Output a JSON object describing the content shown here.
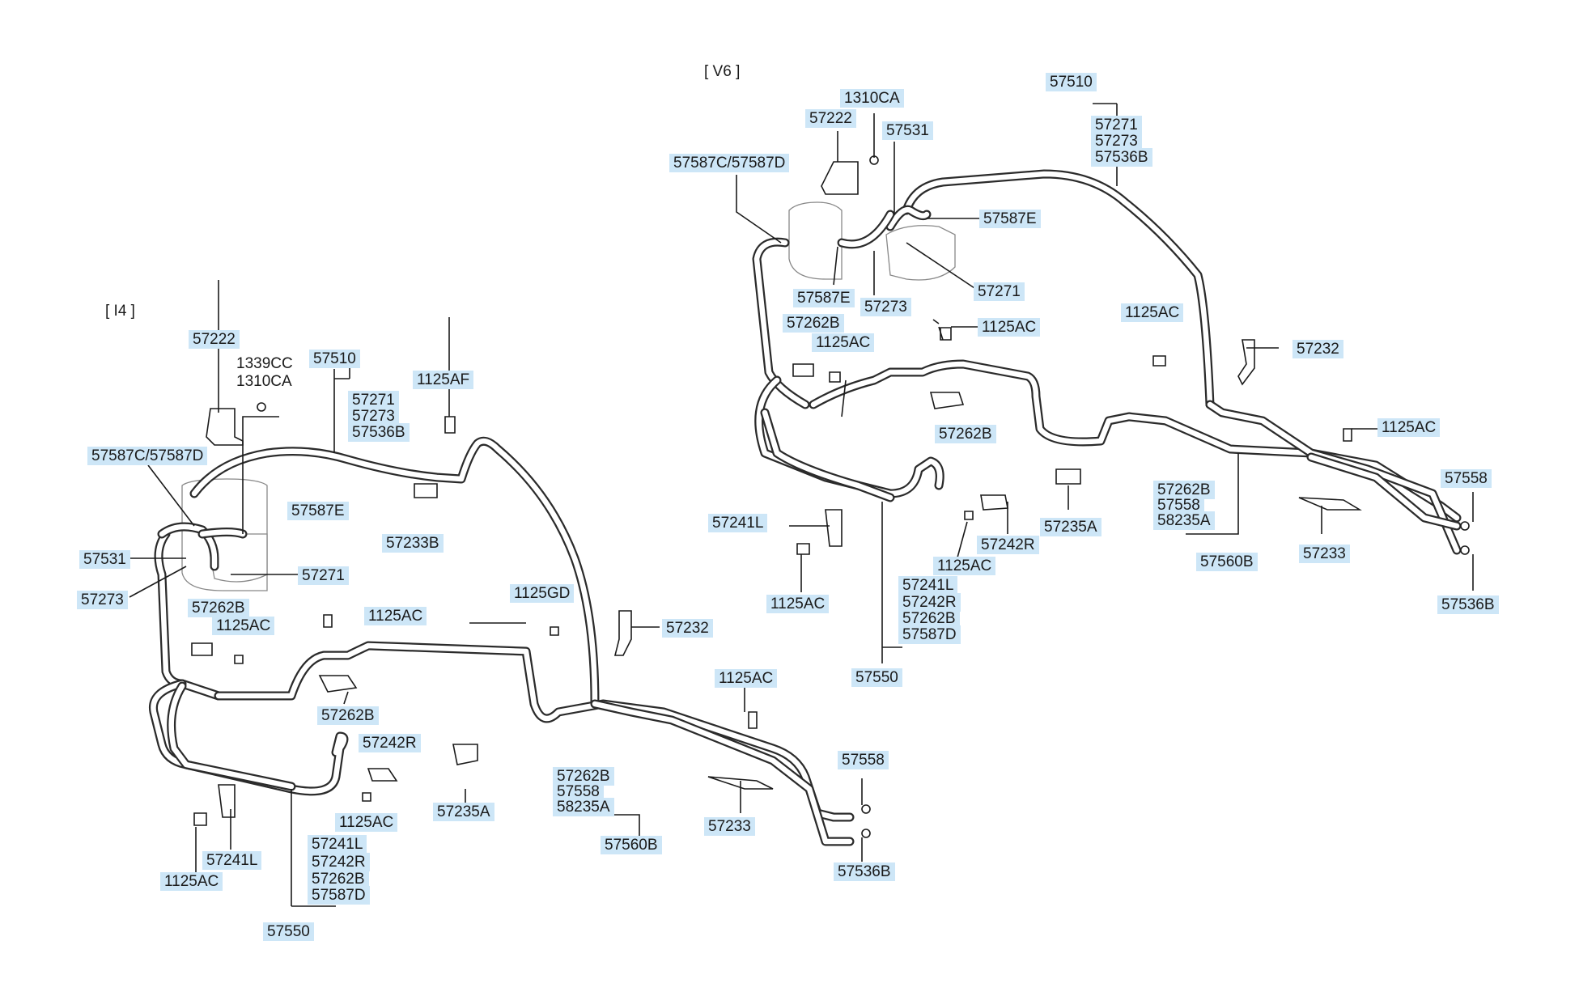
{
  "sections": {
    "i4": "[ I4 ]",
    "v6": "[ V6 ]"
  },
  "colors": {
    "label_bg": "#cde6f7",
    "line": "#2b2b2b"
  },
  "i4_labels": {
    "l57222": "57222",
    "l1339cc": "1339CC",
    "l1310ca": "1310CA",
    "l57510": "57510",
    "l57271a": "57271",
    "l57273a": "57273",
    "l57536ba": "57536B",
    "l1125af": "1125AF",
    "l57587cd": "57587C/57587D",
    "l57587e": "57587E",
    "l57233b": "57233B",
    "l57531": "57531",
    "l57271b": "57271",
    "l57273b": "57273",
    "l57262ba": "57262B",
    "l1125aca": "1125AC",
    "l1125acb": "1125AC",
    "l1125gd": "1125GD",
    "l57232": "57232",
    "l57262bb": "57262B",
    "l57242ra": "57242R",
    "l57235a": "57235A",
    "l1125acc": "1125AC",
    "l1125acd": "1125AC",
    "l57262bc": "57262B",
    "l57558a": "57558",
    "l58235a": "58235A",
    "l57560b": "57560B",
    "l57233": "57233",
    "l57558b": "57558",
    "l57536bb": "57536B",
    "l57241la": "57241L",
    "l1125ace": "1125AC",
    "l57241lb": "57241L",
    "l57242rb": "57242R",
    "l57262bd": "57262B",
    "l57587d": "57587D",
    "l57550": "57550"
  },
  "v6_labels": {
    "l1310ca": "1310CA",
    "l57222": "57222",
    "l57531": "57531",
    "l57587cd": "57587C/57587D",
    "l57510": "57510",
    "l57271a": "57271",
    "l57273a": "57273",
    "l57536ba": "57536B",
    "l57587ea": "57587E",
    "l57587eb": "57587E",
    "l57273b": "57273",
    "l57271b": "57271",
    "l57262ba": "57262B",
    "l1125aca": "1125AC",
    "l1125acb": "1125AC",
    "l1125acc": "1125AC",
    "l57232": "57232",
    "l57262bb": "57262B",
    "l1125acd": "1125AC",
    "l57235a": "57235A",
    "l57262bc": "57262B",
    "l57558a": "57558",
    "l58235a": "58235A",
    "l57560b": "57560B",
    "l57233": "57233",
    "l57558b": "57558",
    "l57536bb": "57536B",
    "l57241la": "57241L",
    "l57242ra": "57242R",
    "l1125ace": "1125AC",
    "l1125acf": "1125AC",
    "l57241lb": "57241L",
    "l57242rb": "57242R",
    "l57262bd": "57262B",
    "l57587d": "57587D",
    "l57550": "57550"
  }
}
